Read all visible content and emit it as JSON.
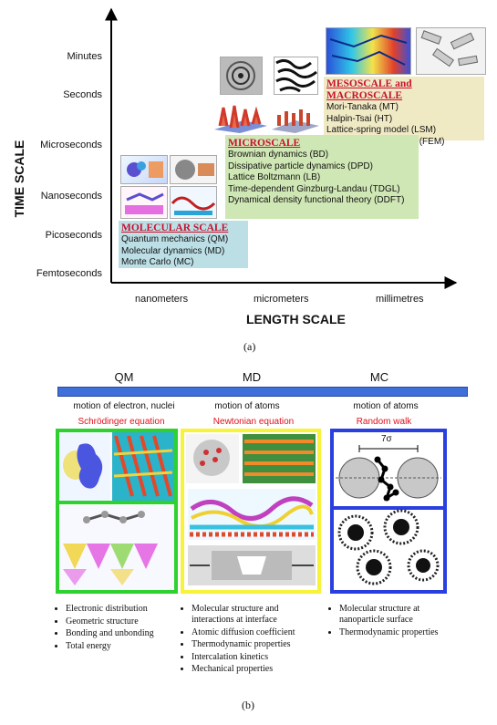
{
  "fig_a": {
    "y_axis_title": "TIME SCALE",
    "x_axis_title": "LENGTH SCALE",
    "y_ticks": [
      "Minutes",
      "Seconds",
      "Microseconds",
      "Nanoseconds",
      "Picoseconds",
      "Femtoseconds"
    ],
    "x_ticks": [
      "nanometers",
      "micrometers",
      "millimetres"
    ],
    "molecular": {
      "title": "MOLECULAR SCALE",
      "lines": [
        "Quantum mechanics (QM)",
        "Molecular dynamics (MD)",
        "Monte Carlo (MC)"
      ],
      "color": "#bcdfe6"
    },
    "micro": {
      "title": "MICROSCALE",
      "lines": [
        "Brownian dynamics (BD)",
        "Dissipative particle dynamics (DPD)",
        "Lattice Boltzmann (LB)",
        "Time-dependent Ginzburg-Landau (TDGL)",
        "Dynamical density functional theory (DDFT)"
      ],
      "color": "#cfe7b4"
    },
    "meso": {
      "title": "MESOSCALE and MACROSCALE",
      "lines": [
        "Mori-Tanaka (MT)",
        "Halpin-Tsai (HT)",
        "Lattice-spring model (LSM)",
        "Finite element method (FEM)"
      ],
      "color": "#efe9c4"
    },
    "caption": "(a)"
  },
  "fig_b": {
    "bar_color": "#3f6fd8",
    "columns": [
      {
        "head": "QM",
        "motion": "motion of electron, nuclei",
        "equation": "Schrödinger equation",
        "frame": "#2fd12f",
        "bullets": [
          "Electronic distribution",
          "Geometric structure",
          "Bonding and unbonding",
          "Total energy"
        ]
      },
      {
        "head": "MD",
        "motion": "motion of atoms",
        "equation": "Newtonian equation",
        "frame": "#f7f23a",
        "bullets": [
          "Molecular structure and interactions at interface",
          "Atomic diffusion coefficient",
          "Thermodynamic properties",
          "Intercalation kinetics",
          "Mechanical properties"
        ]
      },
      {
        "head": "MC",
        "motion": "motion of atoms",
        "equation": "Random walk",
        "frame": "#2a3fe0",
        "bullets": [
          "Molecular structure at nanoparticle surface",
          "Thermodynamic properties"
        ]
      }
    ],
    "sigma_label": "7σ",
    "caption": "(b)"
  }
}
